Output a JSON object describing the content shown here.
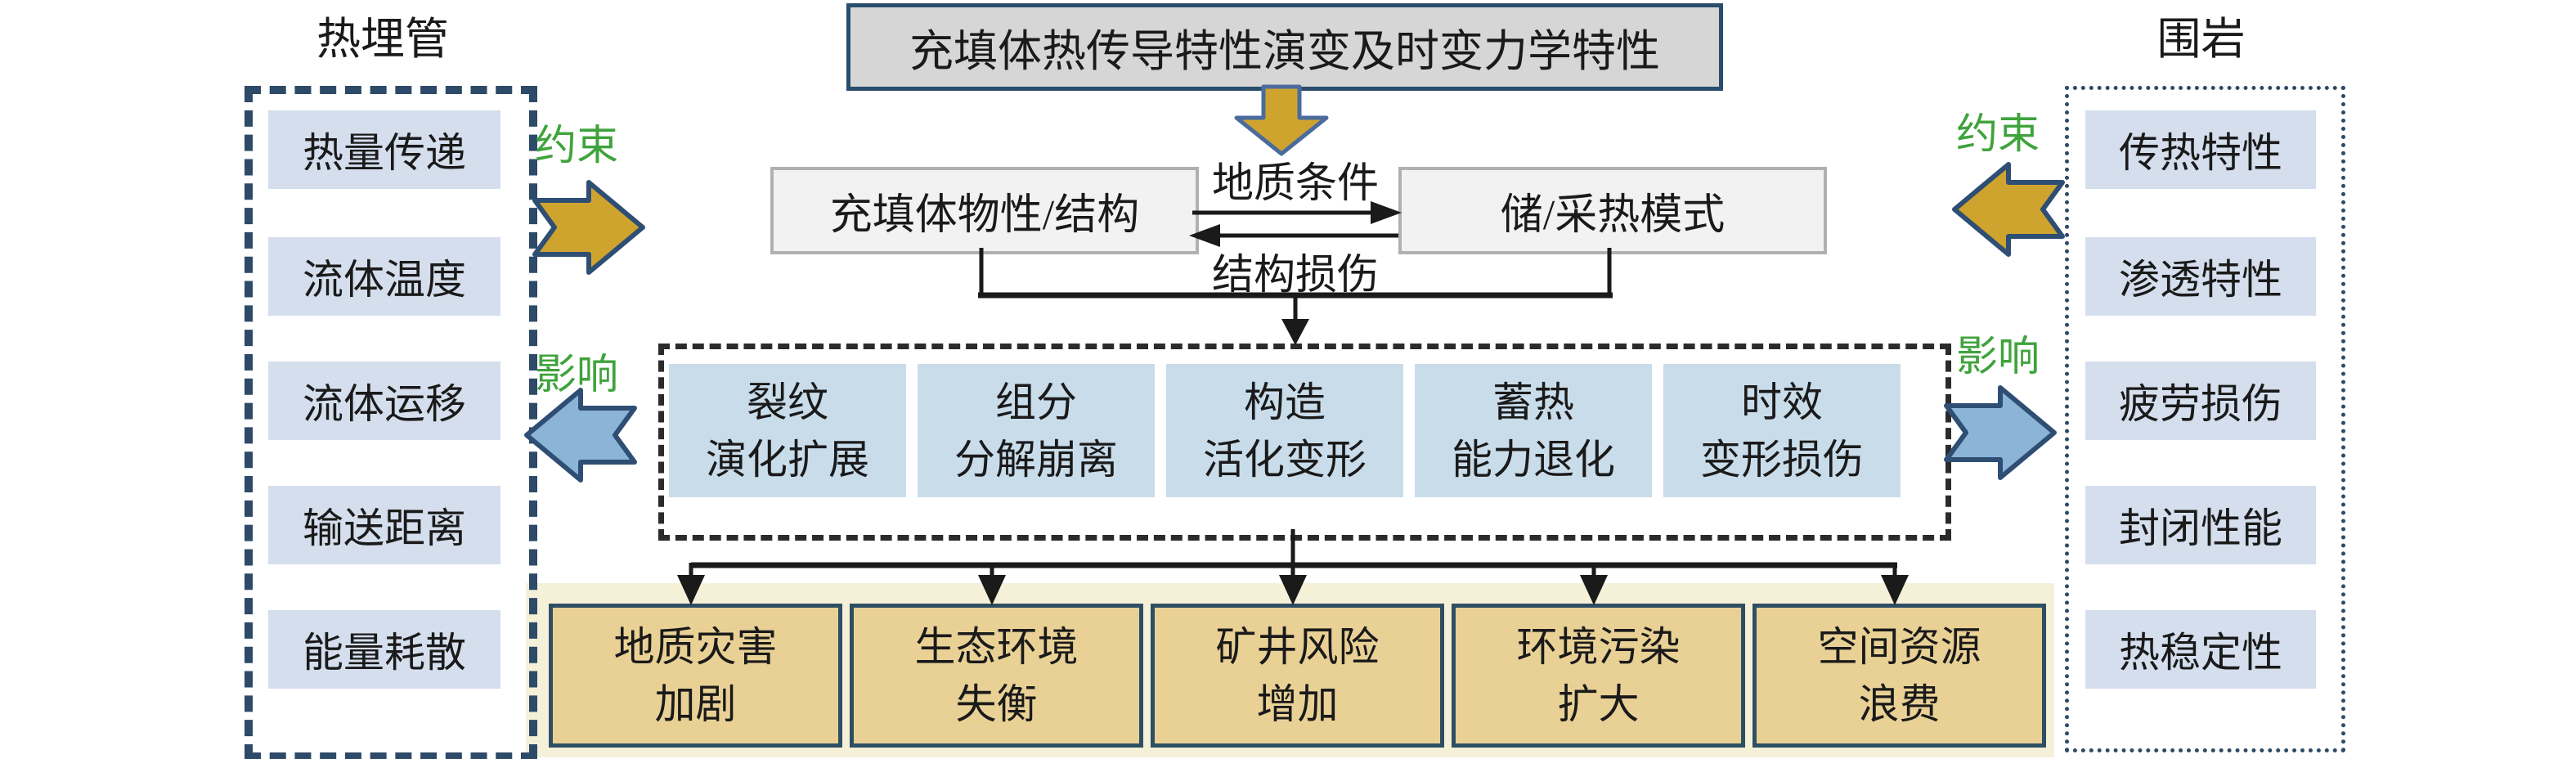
{
  "diagram": {
    "title": "充填体热传导特性演变及时变力学特性",
    "left_panel": {
      "title": "热埋管",
      "items": [
        "热量传递",
        "流体温度",
        "流体运移",
        "输送距离",
        "能量耗散"
      ]
    },
    "right_panel": {
      "title": "围岩",
      "items": [
        "传热特性",
        "渗透特性",
        "疲劳损伤",
        "封闭性能",
        "热稳定性"
      ]
    },
    "core": {
      "left_box": "充填体物性/结构",
      "right_box": "储/采热模式",
      "forward_edge_label": "地质条件",
      "backward_edge_label": "结构损伤"
    },
    "relations": {
      "left_constraint": "约束",
      "left_influence": "影响",
      "right_constraint": "约束",
      "right_influence": "影响"
    },
    "factors": [
      {
        "line1": "裂纹",
        "line2": "演化扩展"
      },
      {
        "line1": "组分",
        "line2": "分解崩离"
      },
      {
        "line1": "构造",
        "line2": "活化变形"
      },
      {
        "line1": "蓄热",
        "line2": "能力退化"
      },
      {
        "line1": "时效",
        "line2": "变形损伤"
      }
    ],
    "consequences": [
      {
        "line1": "地质灾害",
        "line2": "加剧"
      },
      {
        "line1": "生态环境",
        "line2": "失衡"
      },
      {
        "line1": "矿井风险",
        "line2": "增加"
      },
      {
        "line1": "环境污染",
        "line2": "扩大"
      },
      {
        "line1": "空间资源",
        "line2": "浪费"
      }
    ],
    "colors": {
      "gold_arrow": "#cfa42e",
      "blue_arrow": "#8cb4d7",
      "block_arrow_border": "#2e4e74",
      "down_arrow_border": "#4a6b9c",
      "green_label": "#3fa33c",
      "side_item_bg": "#d4deed",
      "factor_bg": "#c9dcea",
      "consequence_bg": "#e9d196",
      "consequence_border": "#2e4f63",
      "strip_bg": "#f5f0d8",
      "title_bg": "#d6d6d6",
      "title_border": "#2a4d6e",
      "core_box_bg": "#f2f2f2",
      "core_box_border": "#b0b0b0",
      "panel_border": "#2d4a68",
      "factors_border": "#2b2b2b",
      "connector": "#1a1a1a"
    }
  }
}
